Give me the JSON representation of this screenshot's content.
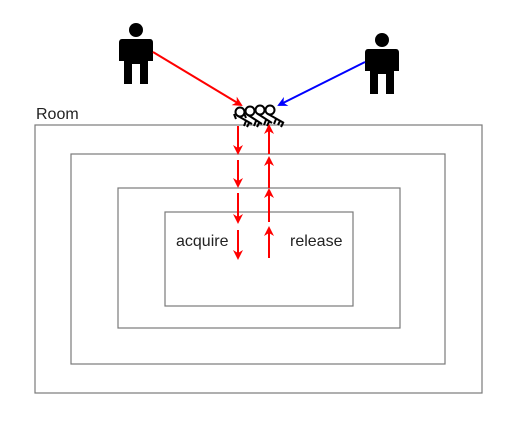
{
  "diagram": {
    "room_label": "Room",
    "acquire_label": "acquire",
    "release_label": "release",
    "colors": {
      "left_person_arrow": "#ff0000",
      "right_person_arrow": "#0000ff",
      "flow_arrows": "#ff0000",
      "person": "#000000",
      "room_border": "#7a7a7a"
    },
    "icons": {
      "left_person": "person-icon",
      "right_person": "person-icon",
      "keys": "keys-icon"
    }
  }
}
